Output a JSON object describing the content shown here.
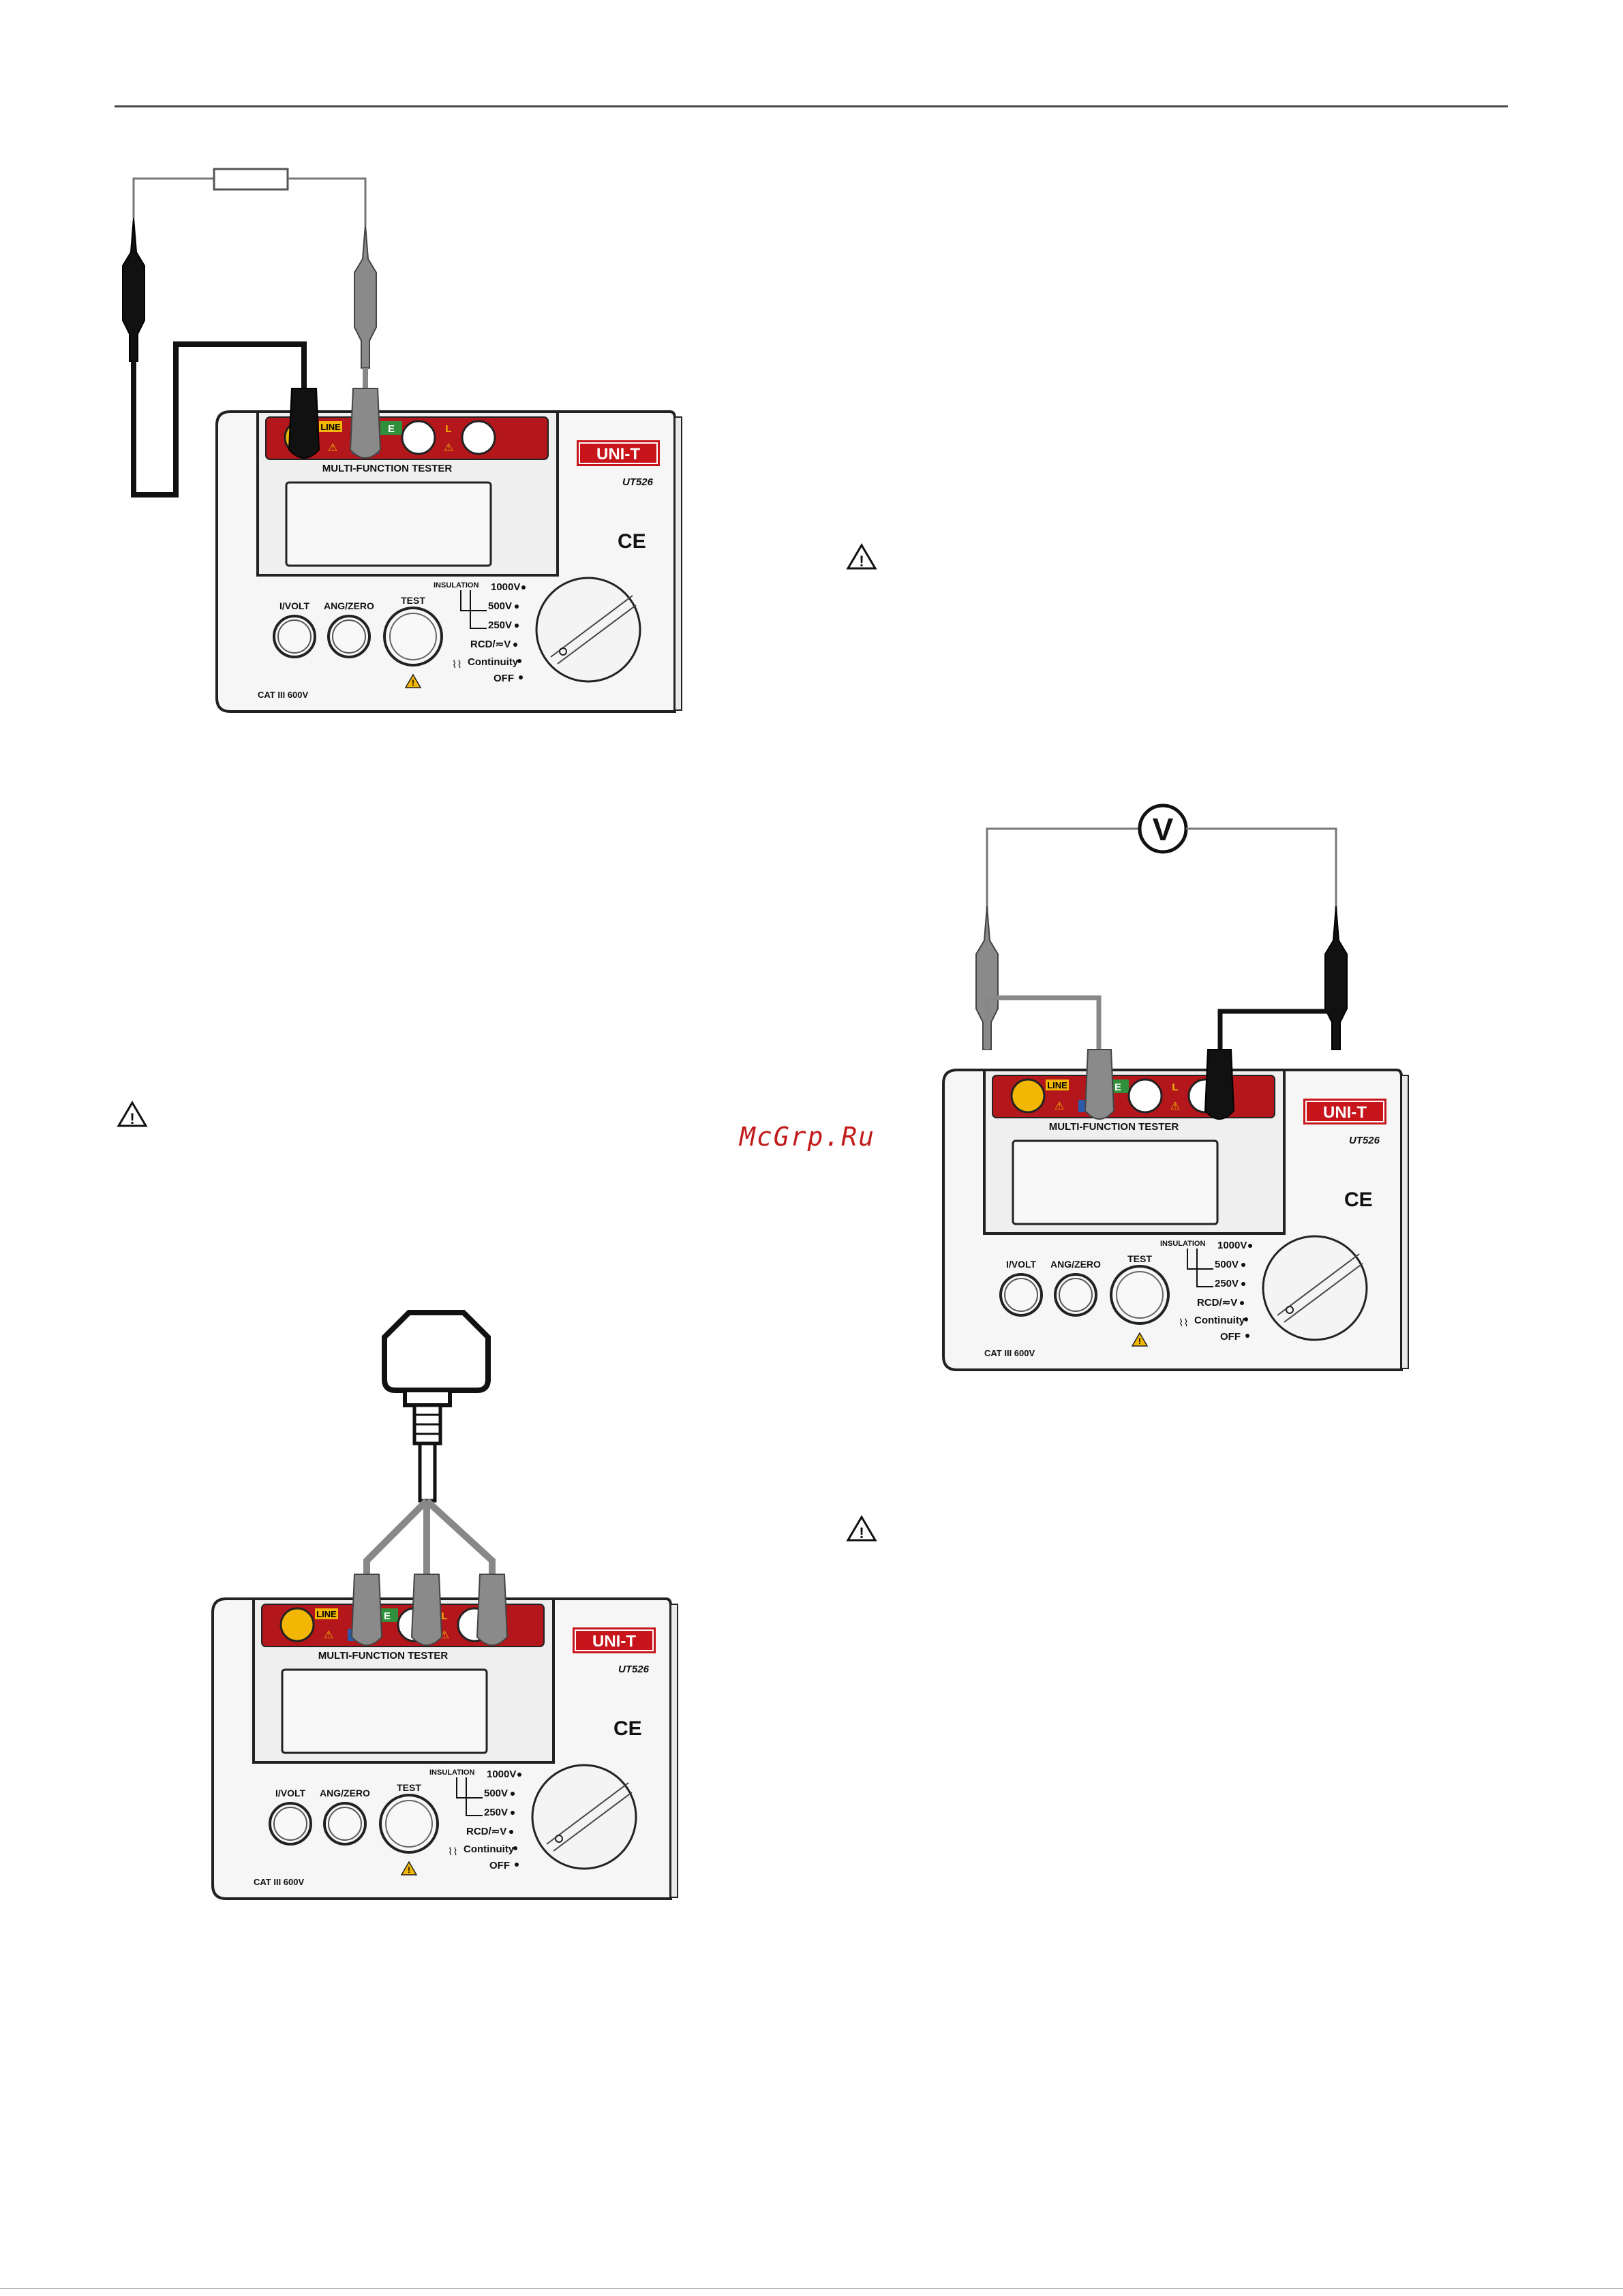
{
  "watermark": "McGrp.Ru",
  "tester": {
    "jack_line": "LINE",
    "jack_e": "E",
    "jack_n": "N",
    "jack_l": "L",
    "brand": "UNI-T",
    "model": "UT526",
    "title": "MULTI-FUNCTION TESTER",
    "ce_mark": "CE",
    "btn_ivolt": "I/VOLT",
    "btn_ang": "ANG/ZERO",
    "btn_test": "TEST",
    "insulation": "INSULATION",
    "range_1000": "1000V",
    "range_500": "500V",
    "range_250": "250V",
    "range_rcd": "RCD/≂V",
    "range_cont": "Continuity",
    "range_off": "OFF",
    "cat": "CAT III 600V"
  },
  "voltmeter_symbol": "V",
  "colors": {
    "jack_red": "#b3161b",
    "brand_red": "#c8141b",
    "line_yellow": "#f2b705",
    "e_green": "#2f8f3a",
    "n_blue": "#2d5aa8",
    "probe_grey": "#8a8a8a",
    "probe_black": "#111111"
  }
}
